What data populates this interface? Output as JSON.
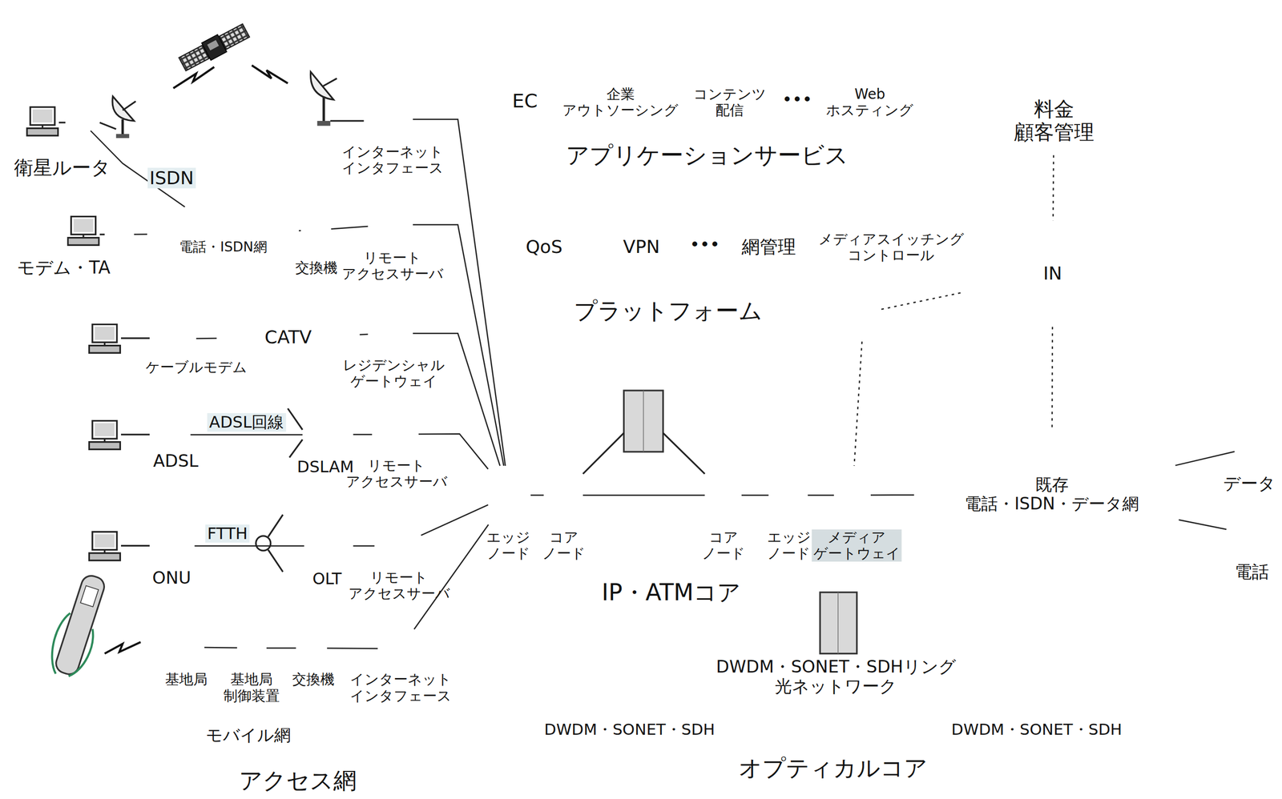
{
  "diagram": {
    "nodes": [
      {
        "text": [
          "アクセス網"
        ]
      },
      {
        "text": [
          "インターネット インタフェース"
        ],
        "in": 0
      },
      {
        "text": [
          "電話・ISDN網"
        ],
        "in": 0
      },
      {
        "text": [
          "交換機"
        ],
        "in": 0
      },
      {
        "text": [
          "リモート アクセスサーバ"
        ],
        "in": 0
      },
      {
        "text": [
          "CATV"
        ],
        "in": 0
      },
      {
        "text": [
          "レジデンシャル ゲートウェイ"
        ],
        "in": 0
      },
      {
        "text": [
          "DSLAM"
        ],
        "in": 0
      },
      {
        "text": [
          "リモート アクセスサーバ"
        ],
        "in": 0
      },
      {
        "text": [
          "OLT"
        ],
        "in": 0
      },
      {
        "text": [
          "リモート アクセスサーバ"
        ],
        "in": 0
      },
      {
        "text": [
          "モバイル網"
        ],
        "in": 0
      },
      {
        "text": [
          "基地局"
        ],
        "in": 11
      },
      {
        "text": [
          "基地局 制御装置"
        ],
        "in": 11
      },
      {
        "text": [
          "交換機"
        ],
        "in": 11
      },
      {
        "text": [
          "インターネット インタフェース"
        ],
        "in": 0
      },
      {
        "text": [
          "衛星ルータ"
        ]
      },
      {
        "text": [
          "モデム・TA"
        ]
      },
      {
        "text": [
          "ケーブルモデム"
        ],
        "in": 0
      },
      {
        "text": [
          "ADSL"
        ],
        "in": 0
      },
      {
        "text": [
          "ONU"
        ],
        "in": 0
      },
      {
        "text": [
          "アプリケーションサービス"
        ]
      },
      {
        "text": [
          "EC"
        ],
        "in": 21
      },
      {
        "text": [
          "企業 アウトソーシング"
        ],
        "in": 21
      },
      {
        "text": [
          "コンテンツ 配信"
        ],
        "in": 21
      },
      {
        "text": [
          "Web ホスティング"
        ],
        "in": 21
      },
      {
        "text": [
          "プラットフォーム"
        ]
      },
      {
        "text": [
          "QoS"
        ],
        "in": 26
      },
      {
        "text": [
          "VPN"
        ],
        "in": 26
      },
      {
        "text": [
          "網管理"
        ],
        "in": 26
      },
      {
        "text": [
          "メディアスイッチング コントロール"
        ]
      },
      {
        "text": [
          "IP・ATMコア"
        ]
      },
      {
        "text": [
          "エッジ ノード"
        ],
        "in": 31
      },
      {
        "text": [
          "コア ノード"
        ],
        "in": 31
      },
      {
        "text": [
          "コア ノード"
        ],
        "in": 31
      },
      {
        "text": [
          "エッジ ノード"
        ],
        "in": 31
      },
      {
        "text": [
          "メディア ゲートウェイ"
        ],
        "in": 31
      },
      {
        "text": [
          "オプティカルコア"
        ]
      },
      {
        "text": [
          "DWDM・SONET・SDHリング 光ネットワーク"
        ],
        "in": 37
      },
      {
        "text": [
          "DWDM・SONET・SDH"
        ],
        "in": 37
      },
      {
        "text": [
          "DWDM・SONET・SDH"
        ],
        "in": 37
      },
      {
        "text": [
          "料金 顧客管理"
        ]
      },
      {
        "text": [
          "IN"
        ]
      },
      {
        "text": [
          "既存 電話・ISDN・データ網"
        ]
      },
      {
        "text": [
          "データ"
        ]
      },
      {
        "text": [
          "電話"
        ]
      }
    ],
    "edges": [
      {
        "from": 16,
        "to": 2,
        "arrow": "none"
      },
      {
        "from": 17,
        "to": 2,
        "arrow": "none"
      },
      {
        "from": 2,
        "to": 3,
        "arrow": "none"
      },
      {
        "from": 3,
        "to": 4,
        "arrow": "none"
      },
      {
        "from": 18,
        "to": 5,
        "arrow": "none"
      },
      {
        "from": 5,
        "to": 6,
        "arrow": "none"
      },
      {
        "from": 19,
        "to": 7,
        "label": "ADSL回線",
        "arrow": "none"
      },
      {
        "from": 7,
        "to": 8,
        "arrow": "none"
      },
      {
        "from": 20,
        "to": 9,
        "label": "FTTH",
        "arrow": "none"
      },
      {
        "from": 9,
        "to": 10,
        "arrow": "none"
      },
      {
        "from": 12,
        "to": 13,
        "arrow": "none"
      },
      {
        "from": 13,
        "to": 14,
        "arrow": "none"
      },
      {
        "from": 14,
        "to": 15,
        "arrow": "none"
      },
      {
        "from": 1,
        "to": 32,
        "arrow": "none"
      },
      {
        "from": 4,
        "to": 32,
        "arrow": "none"
      },
      {
        "from": 6,
        "to": 32,
        "arrow": "none"
      },
      {
        "from": 8,
        "to": 32,
        "arrow": "none"
      },
      {
        "from": 10,
        "to": 32,
        "arrow": "none"
      },
      {
        "from": 15,
        "to": 32,
        "arrow": "none"
      },
      {
        "from": 32,
        "to": 33,
        "arrow": "none"
      },
      {
        "from": 33,
        "to": 34,
        "arrow": "none"
      },
      {
        "from": 34,
        "to": 35,
        "arrow": "none"
      },
      {
        "from": 35,
        "to": 36,
        "arrow": "none"
      },
      {
        "from": 36,
        "to": 43,
        "arrow": "none"
      },
      {
        "from": 30,
        "to": 42,
        "arrow": "none"
      },
      {
        "from": 30,
        "to": 36,
        "arrow": "none"
      },
      {
        "from": 41,
        "to": 42,
        "arrow": "none"
      },
      {
        "from": 42,
        "to": 43,
        "arrow": "none"
      },
      {
        "from": 43,
        "to": 44,
        "arrow": "none"
      },
      {
        "from": 43,
        "to": 45,
        "arrow": "none"
      }
    ],
    "labels": [
      "ISDN",
      "•••",
      "•••"
    ]
  }
}
